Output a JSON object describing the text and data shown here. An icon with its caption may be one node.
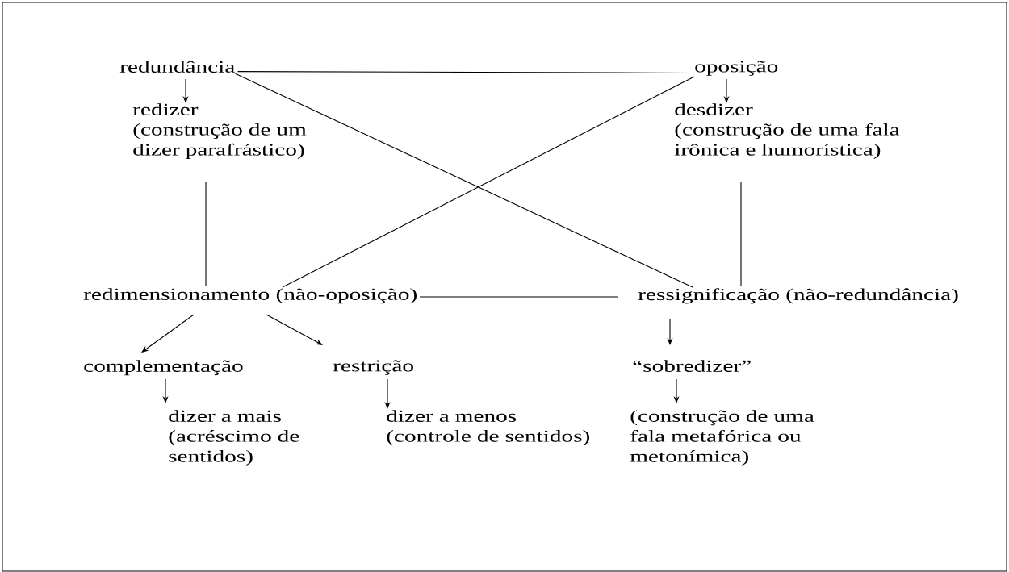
{
  "diagram": {
    "nodes": [
      {
        "text": [
          "redundância"
        ]
      },
      {
        "text": [
          "redizer",
          "(construção de um dizer parafrástico)"
        ]
      },
      {
        "text": [
          "oposição"
        ]
      },
      {
        "text": [
          "desdizer",
          "(construção de uma fala irônica e humorística)"
        ]
      },
      {
        "text": [
          "redimensionamento (não-oposição)"
        ]
      },
      {
        "text": [
          "ressignificação (não-redundância)"
        ]
      },
      {
        "text": [
          "complementação"
        ]
      },
      {
        "text": [
          "restrição"
        ]
      },
      {
        "text": [
          "“sobredizer”"
        ]
      },
      {
        "text": [
          "dizer a mais",
          "(acréscimo de sentidos)"
        ]
      },
      {
        "text": [
          "dizer a menos",
          "(controle de sentidos)"
        ]
      },
      {
        "text": [
          "(construção de uma fala metafórica ou metonímica)"
        ]
      }
    ],
    "edges": [
      {
        "from": 0,
        "to": 1,
        "arrow": "to"
      },
      {
        "from": 2,
        "to": 3,
        "arrow": "to"
      },
      {
        "from": 0,
        "to": 2,
        "arrow": "none"
      },
      {
        "from": 1,
        "to": 4,
        "arrow": "none"
      },
      {
        "from": 3,
        "to": 5,
        "arrow": "none"
      },
      {
        "from": 0,
        "to": 5,
        "arrow": "none"
      },
      {
        "from": 2,
        "to": 4,
        "arrow": "none"
      },
      {
        "from": 4,
        "to": 5,
        "arrow": "none"
      },
      {
        "from": 4,
        "to": 6,
        "arrow": "to"
      },
      {
        "from": 4,
        "to": 7,
        "arrow": "to"
      },
      {
        "from": 5,
        "to": 8,
        "arrow": "to"
      },
      {
        "from": 6,
        "to": 9,
        "arrow": "to"
      },
      {
        "from": 7,
        "to": 10,
        "arrow": "to"
      },
      {
        "from": 8,
        "to": 11,
        "arrow": "to"
      }
    ]
  }
}
